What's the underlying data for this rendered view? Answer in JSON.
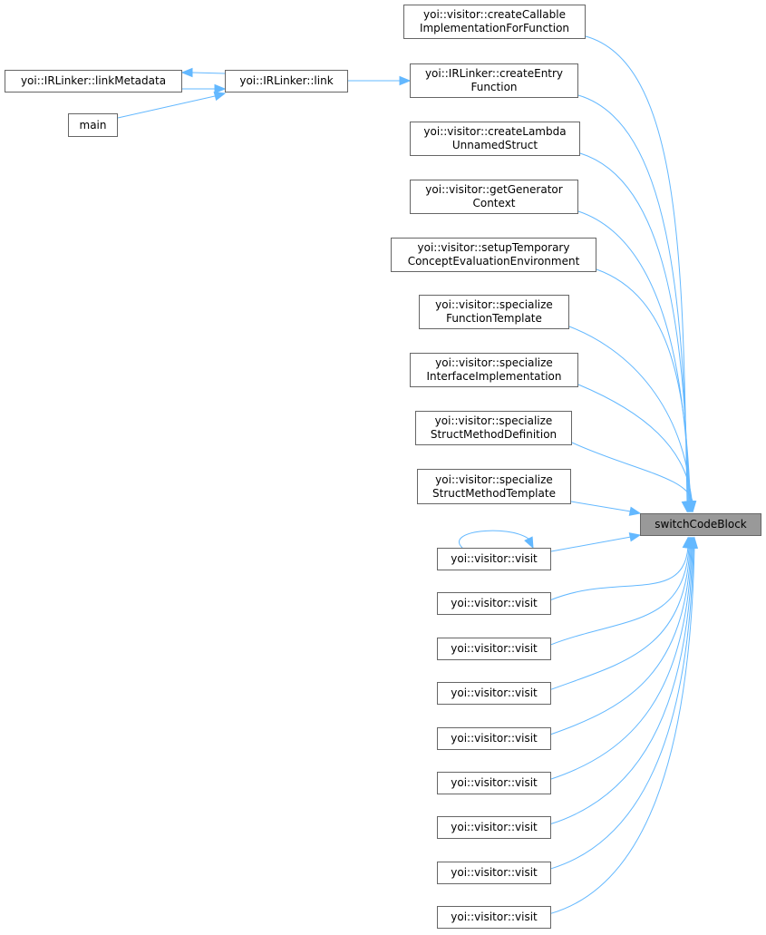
{
  "graph": {
    "target": "switchCodeBlock",
    "upstream": [
      {
        "label": "yoi::IRLinker::linkMetadata"
      },
      {
        "label": "yoi::IRLinker::link"
      },
      {
        "label": "main"
      }
    ],
    "callers": [
      {
        "line1": "yoi::visitor::createCallable",
        "line2": "ImplementationForFunction"
      },
      {
        "line1": "yoi::IRLinker::createEntry",
        "line2": "Function"
      },
      {
        "line1": "yoi::visitor::createLambda",
        "line2": "UnnamedStruct"
      },
      {
        "line1": "yoi::visitor::getGenerator",
        "line2": "Context"
      },
      {
        "line1": "yoi::visitor::setupTemporary",
        "line2": "ConceptEvaluationEnvironment"
      },
      {
        "line1": "yoi::visitor::specialize",
        "line2": "FunctionTemplate"
      },
      {
        "line1": "yoi::visitor::specialize",
        "line2": "InterfaceImplementation"
      },
      {
        "line1": "yoi::visitor::specialize",
        "line2": "StructMethodDefinition"
      },
      {
        "line1": "yoi::visitor::specialize",
        "line2": "StructMethodTemplate"
      }
    ],
    "visits": [
      "yoi::visitor::visit",
      "yoi::visitor::visit",
      "yoi::visitor::visit",
      "yoi::visitor::visit",
      "yoi::visitor::visit",
      "yoi::visitor::visit",
      "yoi::visitor::visit",
      "yoi::visitor::visit",
      "yoi::visitor::visit"
    ],
    "colors": {
      "edge": "#63b8ff",
      "border": "#666666",
      "current": "#999999"
    }
  }
}
